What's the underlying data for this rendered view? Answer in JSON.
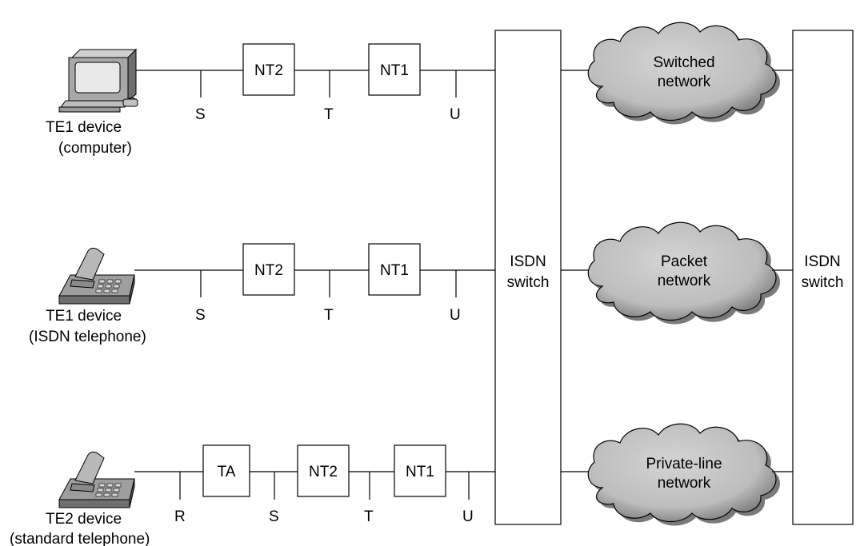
{
  "devices": [
    {
      "id": "computer",
      "icon": "computer-icon",
      "line1": "TE1 device",
      "line2": "(computer)"
    },
    {
      "id": "isdn-phone",
      "icon": "telephone-icon",
      "line1": "TE1 device",
      "line2": "(ISDN telephone)"
    },
    {
      "id": "std-phone",
      "icon": "telephone-icon",
      "line1": "TE2 device",
      "line2": "(standard telephone)"
    }
  ],
  "boxes": {
    "ta": "TA",
    "nt2": "NT2",
    "nt1": "NT1"
  },
  "reference_points": {
    "r": "R",
    "s": "S",
    "t": "T",
    "u": "U"
  },
  "switches": {
    "left": {
      "line1": "ISDN",
      "line2": "switch"
    },
    "right": {
      "line1": "ISDN",
      "line2": "switch"
    }
  },
  "networks": [
    {
      "id": "switched",
      "line1": "Switched",
      "line2": "network"
    },
    {
      "id": "packet",
      "line1": "Packet",
      "line2": "network"
    },
    {
      "id": "private",
      "line1": "Private-line",
      "line2": "network"
    }
  ],
  "colors": {
    "cloud_fill": "#c8c8c8",
    "cloud_shade": "#8a8a8a",
    "device_gray": "#a0a0a0",
    "line": "#000000"
  }
}
